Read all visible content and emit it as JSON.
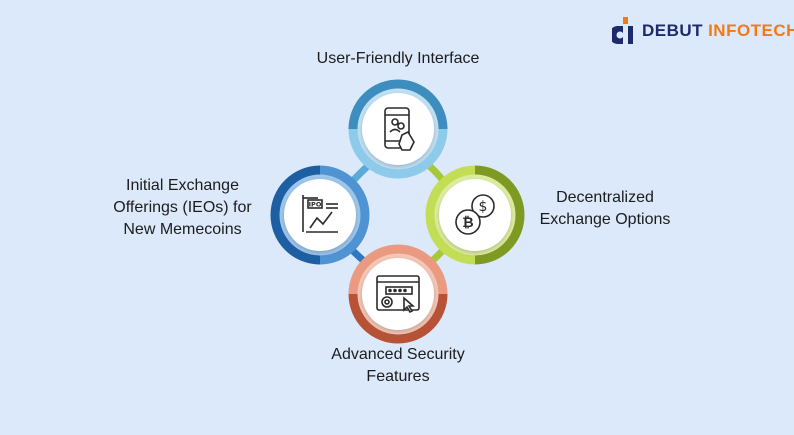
{
  "brand": {
    "name_part1": "DEBUT",
    "name_part2": "INFOTECH",
    "colors": {
      "navy": "#1f2a6b",
      "orange": "#f07a1a"
    }
  },
  "nodes": [
    {
      "id": "user-friendly-interface",
      "label_lines": [
        "User-Friendly Interface"
      ],
      "icon": "touchscreen-phone-icon",
      "color": "#5aa9d6"
    },
    {
      "id": "decentralized-exchange",
      "label_lines": [
        "Decentralized",
        "Exchange Options"
      ],
      "icon": "crypto-coins-icon",
      "color": "#a7c83a"
    },
    {
      "id": "advanced-security",
      "label_lines": [
        "Advanced Security",
        "Features"
      ],
      "icon": "secure-window-icon",
      "color": "#d9765c"
    },
    {
      "id": "ieo-memecoins",
      "label_lines": [
        "Initial Exchange",
        "Offerings (IEOs) for",
        "New Memecoins"
      ],
      "icon": "ipo-chart-icon",
      "icon_text": "IPO",
      "color": "#2f78bf"
    }
  ],
  "colors": {
    "background": "#dce9fb",
    "text": "#1c1c1c",
    "icon_stroke": "#2b2b2b"
  }
}
